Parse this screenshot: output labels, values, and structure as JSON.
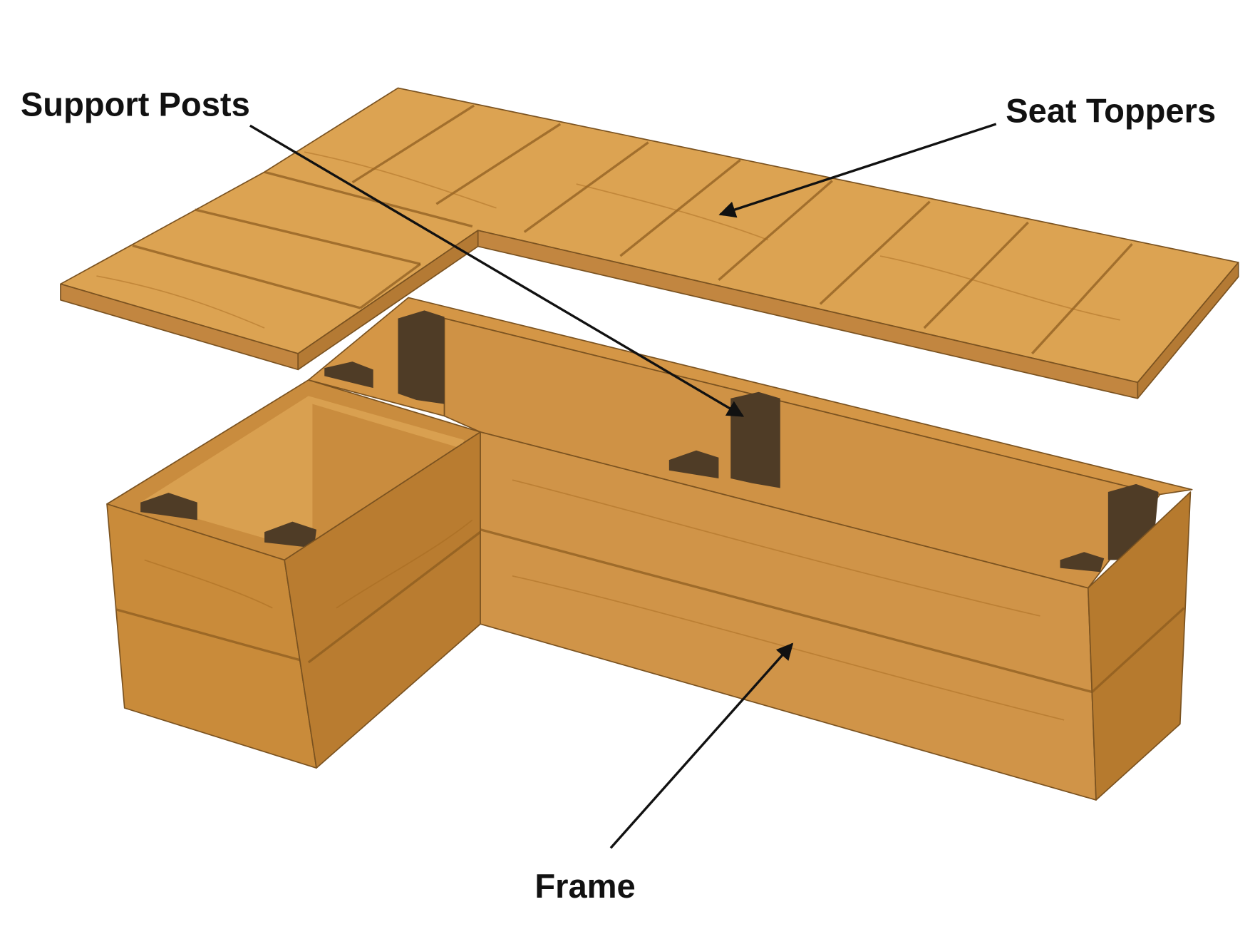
{
  "title": "L-shaped storage bench exploded view",
  "labels": {
    "support_posts": "Support Posts",
    "seat_toppers": "Seat Toppers",
    "frame": "Frame"
  },
  "colors": {
    "wood_top": "#dba250",
    "wood_face": "#c98d3c",
    "wood_side": "#b67a2e",
    "wood_interior": "#d69a48",
    "post": "#4f3c26",
    "label": "#111111"
  }
}
